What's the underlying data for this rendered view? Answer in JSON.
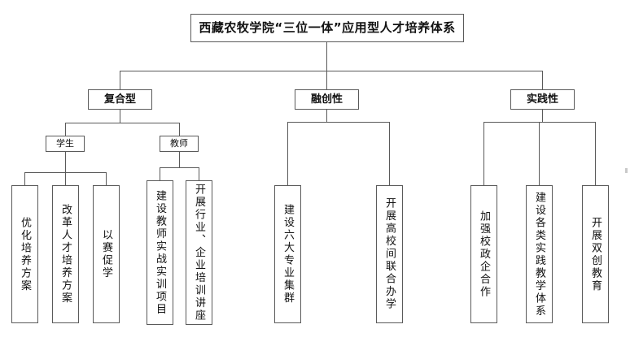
{
  "diagram": {
    "title_node": {
      "label": "西藏农牧学院“三位一体”应用型人才培养体系"
    },
    "branches": [
      {
        "id": "composite",
        "label": "复合型",
        "subgroups": [
          {
            "id": "students",
            "label": "学生",
            "leaves": [
              {
                "id": "optimize-training-plan",
                "label": "优化培养方案"
              },
              {
                "id": "reform-talent-training-plan",
                "label": "改革人才培养方案"
              },
              {
                "id": "competition-promotes-learning",
                "label": "以赛促学"
              }
            ]
          },
          {
            "id": "teachers",
            "label": "教师",
            "leaves": [
              {
                "id": "teacher-practical-training-project",
                "label": "建设教师实战实训项目"
              },
              {
                "id": "industry-enterprise-training-lecture",
                "label": "开展行业、企业培训讲座"
              }
            ]
          }
        ]
      },
      {
        "id": "integration-innovation",
        "label": "融创性",
        "subgroups": [
          {
            "id": "integration-innovation-direct",
            "label": "",
            "leaves": [
              {
                "id": "six-major-discipline-clusters",
                "label": "建设六大专业集群"
              },
              {
                "id": "inter-university-joint-education",
                "label": "开展高校间联合办学"
              }
            ]
          }
        ]
      },
      {
        "id": "practicality",
        "label": "实践性",
        "subgroups": [
          {
            "id": "practicality-direct",
            "label": "",
            "leaves": [
              {
                "id": "school-government-enterprise-cooperation",
                "label": "加强校政企合作"
              },
              {
                "id": "various-practical-teaching-systems",
                "label": "建设各类实践教学体系"
              },
              {
                "id": "innovation-entrepreneurship-education",
                "label": "开展双创教育"
              }
            ]
          }
        ]
      }
    ],
    "colors": {
      "line": "#5a5a5a",
      "box_fill": "#ffffff",
      "text": "#111111"
    }
  }
}
